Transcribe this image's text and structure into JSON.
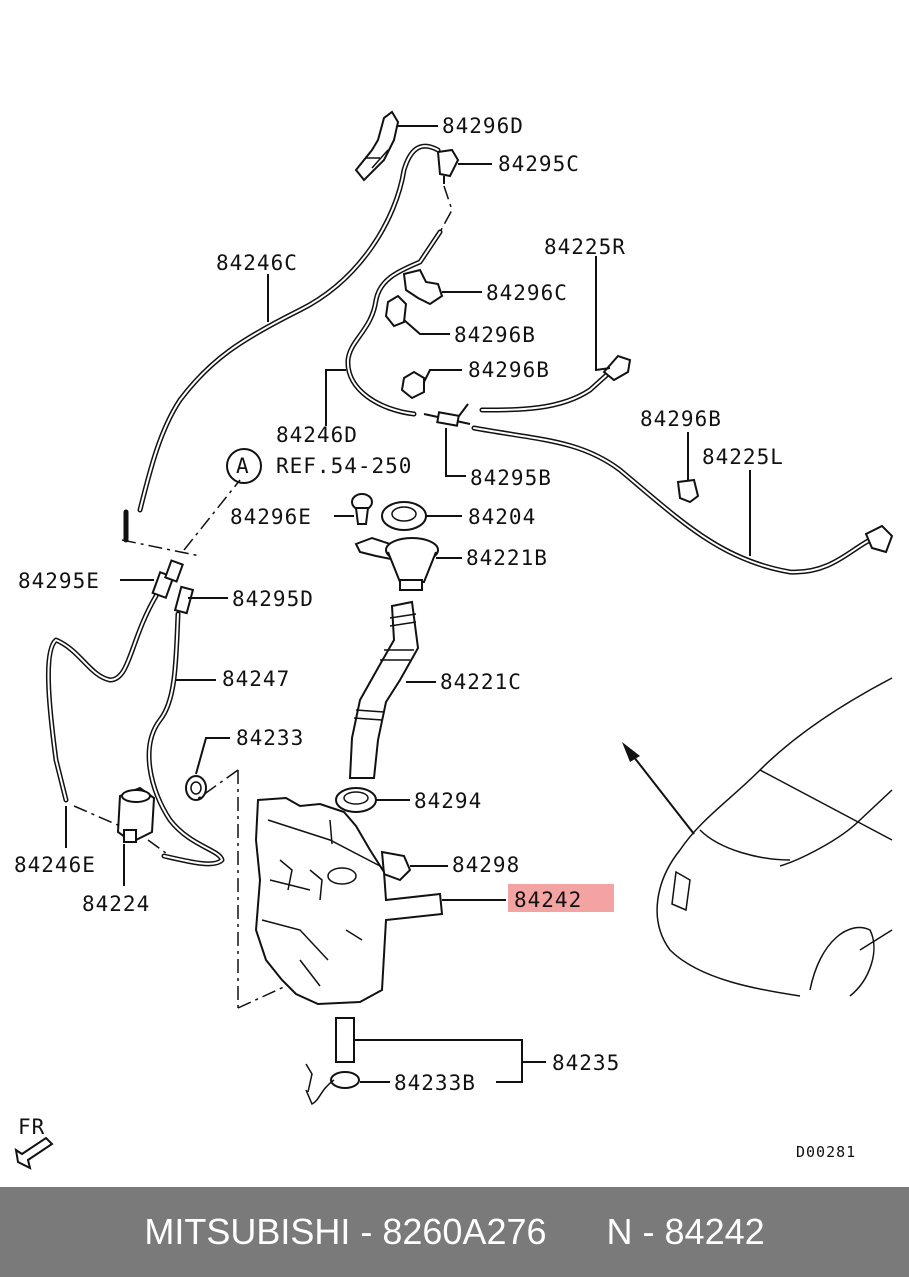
{
  "labels": {
    "p84296D": "84296D",
    "p84295C": "84295C",
    "p84225R": "84225R",
    "p84246C": "84246C",
    "p84296C": "84296C",
    "p84296B_1": "84296B",
    "p84296B_2": "84296B",
    "p84246D": "84246D",
    "p84295B": "84295B",
    "p84296B_3": "84296B",
    "p84225L": "84225L",
    "ref_circle": "A",
    "ref_text": "REF.54-250",
    "p84296E": "84296E",
    "p84204": "84204",
    "p84221B": "84221B",
    "p84295E": "84295E",
    "p84295D": "84295D",
    "p84247": "84247",
    "p84221C": "84221C",
    "p84233": "84233",
    "p84294": "84294",
    "p84298": "84298",
    "p84242": "84242",
    "p84246E": "84246E",
    "p84224": "84224",
    "p84235": "84235",
    "p84233B": "84233B",
    "fr": "FR",
    "diagram_code": "D00281"
  },
  "colors": {
    "highlight": "#f4a3a3",
    "footer_bg": "#7a7a7a",
    "footer_text": "#ffffff"
  },
  "footer": {
    "text": "MITSUBISHI - 8260A276      N - 84242"
  }
}
